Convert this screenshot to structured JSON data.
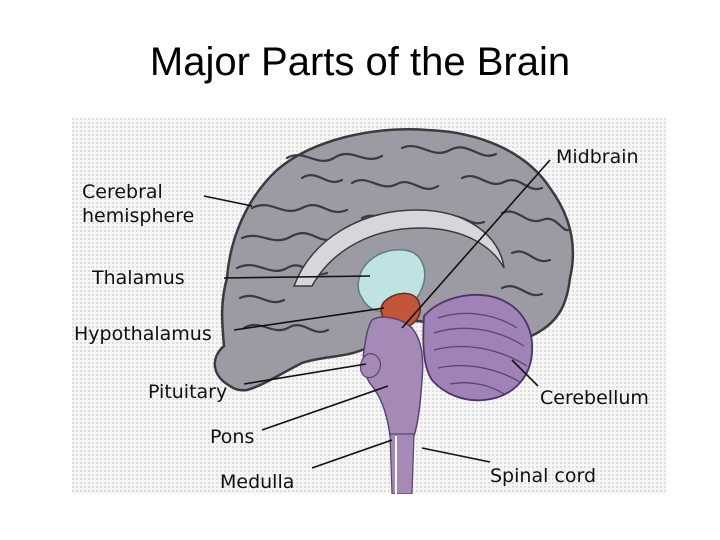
{
  "slide": {
    "title": "Major Parts of the Brain"
  },
  "diagram": {
    "labels": {
      "midbrain": "Midbrain",
      "cerebral_1": "Cerebral",
      "cerebral_2": "hemisphere",
      "thalamus": "Thalamus",
      "hypothalamus": "Hypothalamus",
      "pituitary": "Pituitary",
      "pons": "Pons",
      "medulla": "Medulla",
      "cerebellum": "Cerebellum",
      "spinal_cord": "Spinal cord"
    },
    "colors": {
      "cerebrum": "#9c9aa3",
      "cerebrum_outline": "#3a3a40",
      "thalamus": "#bfe3e3",
      "hypothalamus": "#c2553a",
      "brainstem": "#a58ab8",
      "cerebellum": "#9f82b6",
      "spinal_cord": "#a58ab8",
      "background_dots": "#e3e3e3"
    }
  }
}
